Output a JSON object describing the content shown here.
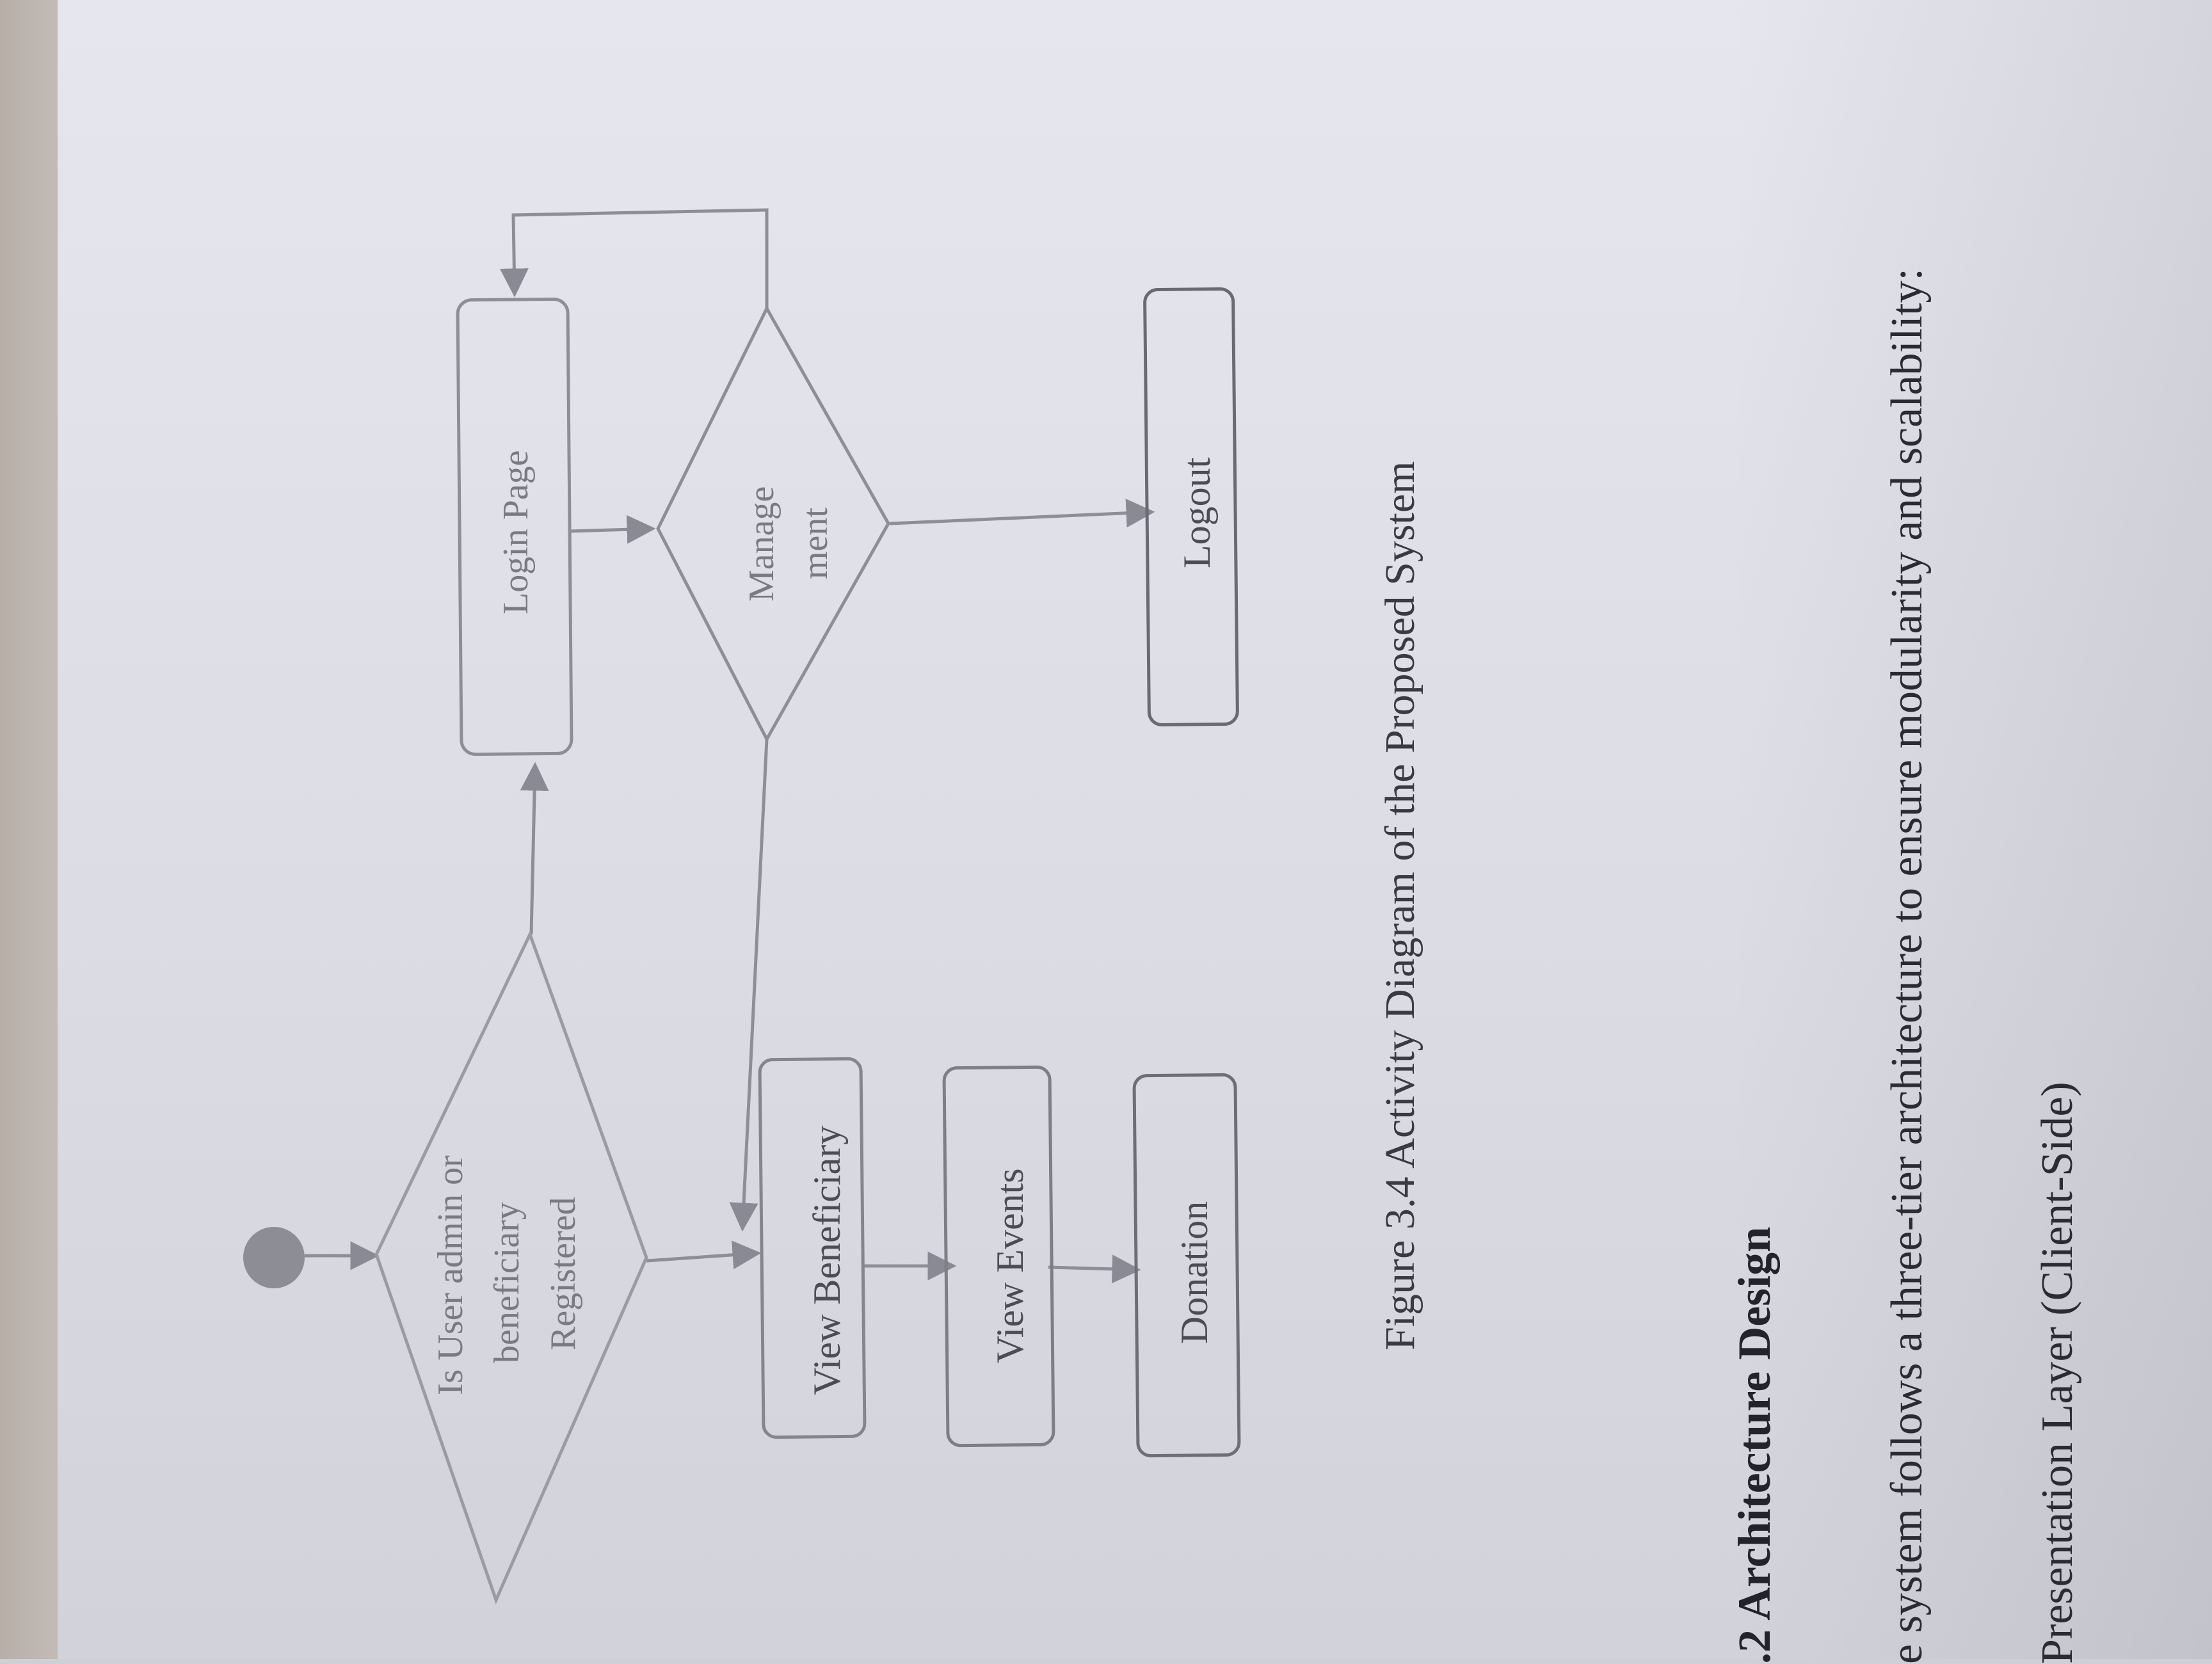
{
  "diagram": {
    "decision_registered": [
      "Is User admin or",
      "beneficiary",
      "Registered"
    ],
    "login_page": "Login Page",
    "decision_management": [
      "Manage",
      "ment"
    ],
    "view_beneficiary": "View Beneficiary",
    "view_events": "View Events",
    "donation": "Donation",
    "logout": "Logout"
  },
  "caption": "Figure 3.4 Activity Diagram of the Proposed System",
  "section": {
    "heading": ".2 Architecture Design",
    "paragraph": "e system follows a three-tier architecture to ensure modularity and scalability:",
    "layer_title": "Presentation Layer (Client-Side)"
  }
}
